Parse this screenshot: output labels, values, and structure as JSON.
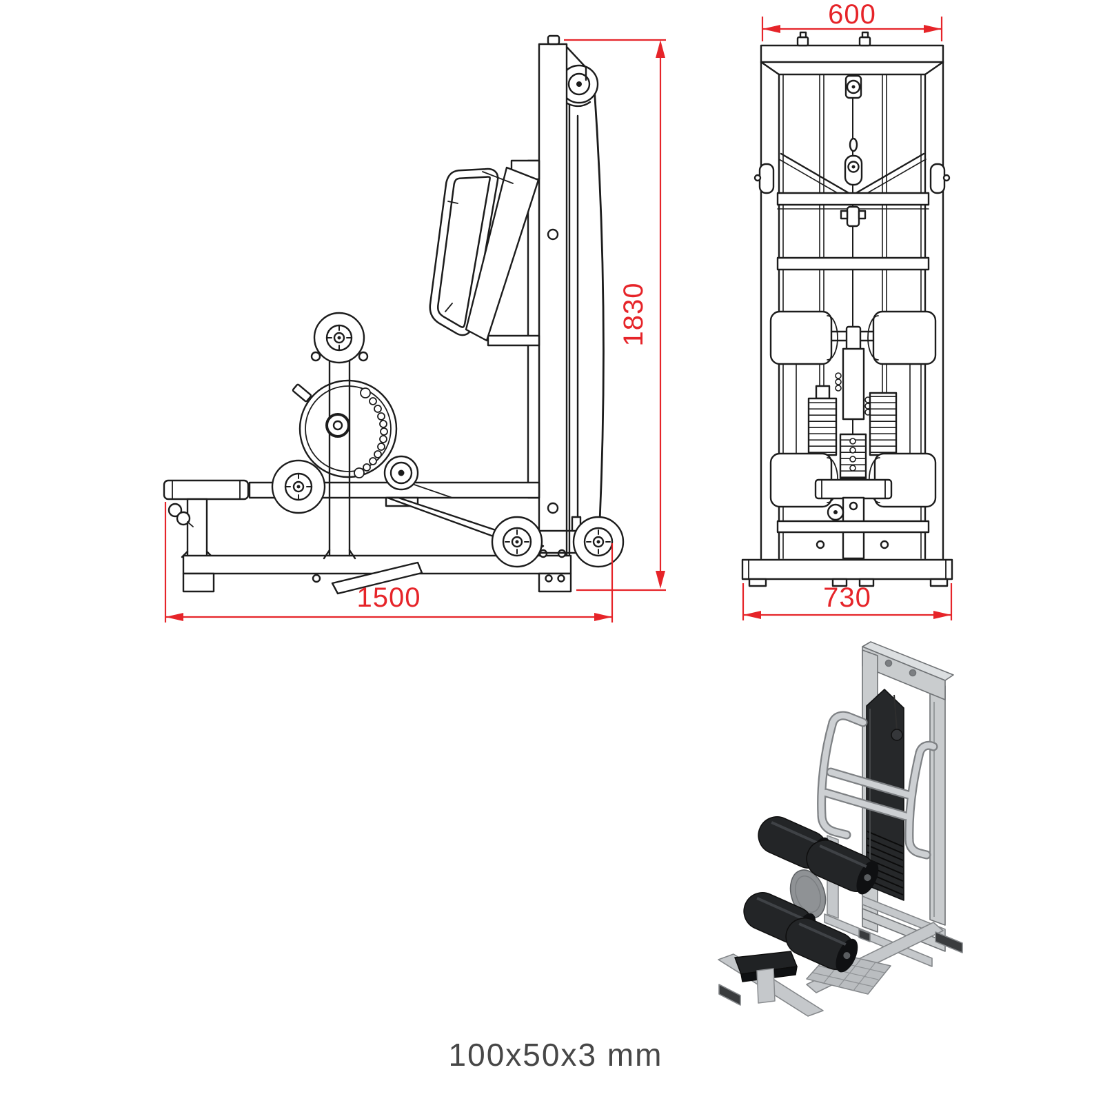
{
  "document": {
    "type": "technical-drawing",
    "subject": "glute / hip press gym machine",
    "background": "#ffffff"
  },
  "colors": {
    "line": "#1c1c1c",
    "dimension": "#e62429",
    "caption": "#474747",
    "metal_light": "#c9ccce",
    "metal_mid": "#9a9da0",
    "pad_dark": "#232527",
    "stack_dark": "#26282a"
  },
  "views": {
    "side_view": {
      "dim_length_mm": "1500",
      "dim_height_mm": "1830"
    },
    "front_view": {
      "dim_top_width_mm": "600",
      "dim_base_width_mm": "730"
    },
    "isometric_view": {}
  },
  "caption": {
    "profile": "100x50x3 mm"
  }
}
